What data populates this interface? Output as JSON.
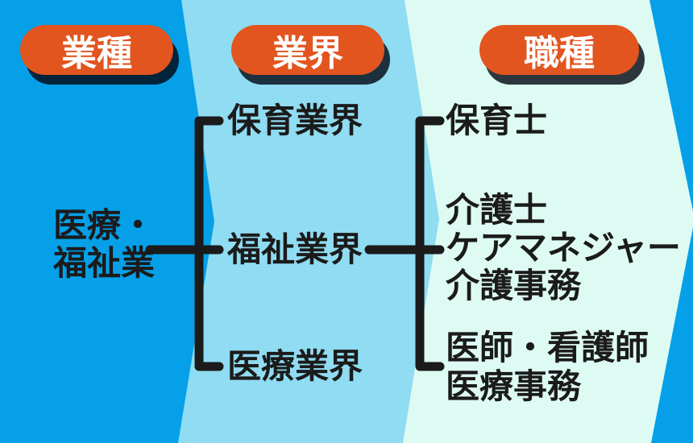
{
  "colors": {
    "background_blue": "#05A0E8",
    "stripe_light_blue": "#90DCF2",
    "stripe_pale_mint": "#DEFBF3",
    "badge_orange": "#E2551F",
    "badge_text": "#FFFFFF",
    "badge_shadow": "rgba(0,5,15,0.80)",
    "text_black": "#1B1B1B",
    "connector_black": "#1B1B1B"
  },
  "headers": [
    "業種",
    "業界",
    "職種"
  ],
  "industry_type": {
    "line1": "医療・",
    "line2": "福祉業"
  },
  "industries": [
    "保育業界",
    "福祉業界",
    "医療業界"
  ],
  "occupations": [
    [
      "保育士"
    ],
    [
      "介護士",
      "ケアマネジャー",
      "介護事務"
    ],
    [
      "医師・看護師",
      "医療事務"
    ]
  ]
}
